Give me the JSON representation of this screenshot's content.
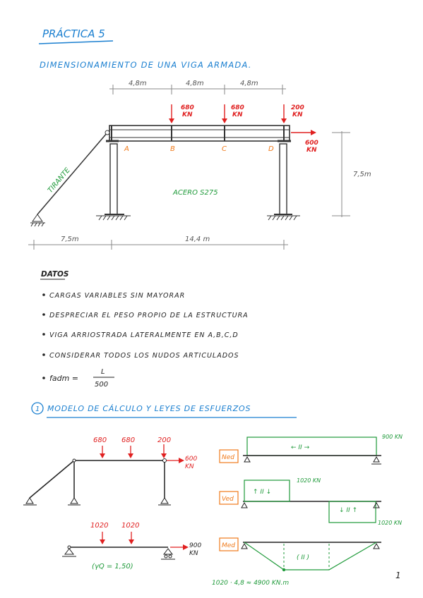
{
  "header": {
    "title": "PRÁCTICA 5",
    "subtitle": "DIMENSIONAMIENTO DE UNA VIGA ARMADA."
  },
  "structure": {
    "spans": [
      "4,8m",
      "4,8m",
      "4,8m"
    ],
    "loads": [
      {
        "value": "680",
        "unit": "KN"
      },
      {
        "value": "680",
        "unit": "KN"
      },
      {
        "value": "200",
        "unit": "KN"
      }
    ],
    "horizontal_load": {
      "value": "600",
      "unit": "KN"
    },
    "points": [
      "A",
      "B",
      "C",
      "D"
    ],
    "tie_label": "TIRANTE",
    "material": "ACERO S275",
    "height": "7,5m",
    "bottom_dims": [
      "7,5m",
      "14,4 m"
    ]
  },
  "datos": {
    "title": "DATOS",
    "items": [
      "CARGAS VARIABLES SIN MAYORAR",
      "DESPRECIAR EL PESO PROPIO DE LA ESTRUCTURA",
      "VIGA ARRIOSTRADA LATERALMENTE EN A,B,C,D",
      "CONSIDERAR TODOS LOS NUDOS ARTICULADOS"
    ],
    "formula_lhs": "fadm =",
    "formula_num": "L",
    "formula_den": "500"
  },
  "section1": {
    "number": "1",
    "title": "MODELO DE CÁLCULO Y LEYES DE ESFUERZOS",
    "model_loads": [
      "680",
      "680",
      "200"
    ],
    "model_h_load": "600",
    "model_h_unit": "KN",
    "beam_loads": [
      "1020",
      "1020"
    ],
    "beam_h_load": "900",
    "beam_h_unit": "KN",
    "gamma": "(γQ = 1,50)",
    "ned": {
      "label": "Ned",
      "value": "900 KN",
      "sign": "← II →"
    },
    "ved": {
      "label": "Ved",
      "top": "1020 KN",
      "bottom": "1020 KN",
      "sign_top": "↑ II ↓",
      "sign_bottom": "↓ II ↑"
    },
    "med": {
      "label": "Med",
      "sign": "( II )",
      "value": "1020 · 4,8 ≈ 4900 KN.m"
    }
  },
  "page_number": "1",
  "colors": {
    "blue": "#1a7fd0",
    "red": "#e02020",
    "green": "#1f9a3a",
    "orange": "#f07a1a",
    "ink": "#222222",
    "grey": "#888888"
  }
}
